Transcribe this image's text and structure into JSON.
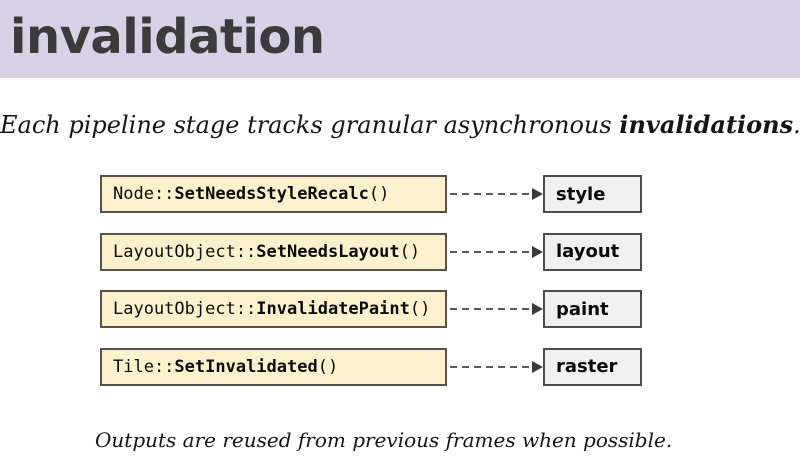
{
  "header": {
    "title": "invalidation"
  },
  "subtitle": {
    "text_before": "Each pipeline stage tracks granular asynchronous ",
    "emphasis": "invalidations",
    "text_after": "."
  },
  "pipeline": {
    "rows": [
      {
        "code_prefix": "Node::",
        "code_method": "SetNeedsStyleRecalc",
        "code_suffix": "()",
        "stage": "style"
      },
      {
        "code_prefix": "LayoutObject::",
        "code_method": "SetNeedsLayout",
        "code_suffix": "()",
        "stage": "layout"
      },
      {
        "code_prefix": "LayoutObject::",
        "code_method": "InvalidatePaint",
        "code_suffix": "()",
        "stage": "paint"
      },
      {
        "code_prefix": "Tile::",
        "code_method": "SetInvalidated",
        "code_suffix": "()",
        "stage": "raster"
      }
    ]
  },
  "caption": {
    "text": "Outputs are reused from previous frames when possible."
  },
  "colors": {
    "header_bg": "#d7d2e5",
    "header_text": "#3b3b3b",
    "slide_bg": "#ffffff",
    "code_box_fill": "#fbf1cc",
    "code_box_border": "#56524a",
    "stage_box_fill": "#f0f0f0",
    "stage_box_border": "#4c4c4c",
    "arrow_line": "#5a5a5a",
    "arrow_head": "#3a3a3a"
  }
}
